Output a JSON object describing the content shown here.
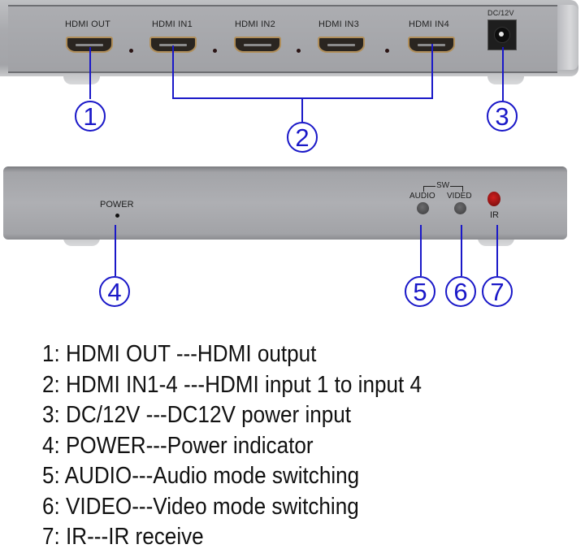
{
  "rear_panel": {
    "ports": [
      {
        "id": 1,
        "label": "HDMI OUT",
        "type": "hdmi"
      },
      {
        "id": 2,
        "label": "HDMI IN1",
        "type": "hdmi"
      },
      {
        "id": 3,
        "label": "HDMI IN2",
        "type": "hdmi"
      },
      {
        "id": 4,
        "label": "HDMI IN3",
        "type": "hdmi"
      },
      {
        "id": 5,
        "label": "HDMI IN4",
        "type": "hdmi"
      },
      {
        "id": 6,
        "label": "DC/12V",
        "type": "dc-jack"
      }
    ]
  },
  "front_panel": {
    "power_label": "POWER",
    "sw_label": "SW",
    "audio_label": "AUDIO",
    "video_label": "VIDED",
    "ir_label": "IR"
  },
  "callouts": [
    "1",
    "2",
    "3",
    "4",
    "5",
    "6",
    "7"
  ],
  "legend": [
    "1: HDMI OUT ---HDMI output",
    "2: HDMI IN1-4 ---HDMI input 1 to input 4",
    "3: DC/12V ---DC12V power input",
    "4: POWER---Power indicator",
    "5: AUDIO---Audio mode switching",
    "6: VIDEO---Video mode switching",
    "7: IR---IR receive"
  ],
  "colors": {
    "callout_blue": "#1a18c8",
    "enclosure_gray": "#a8a9ad",
    "ir_red": "#c01818"
  }
}
